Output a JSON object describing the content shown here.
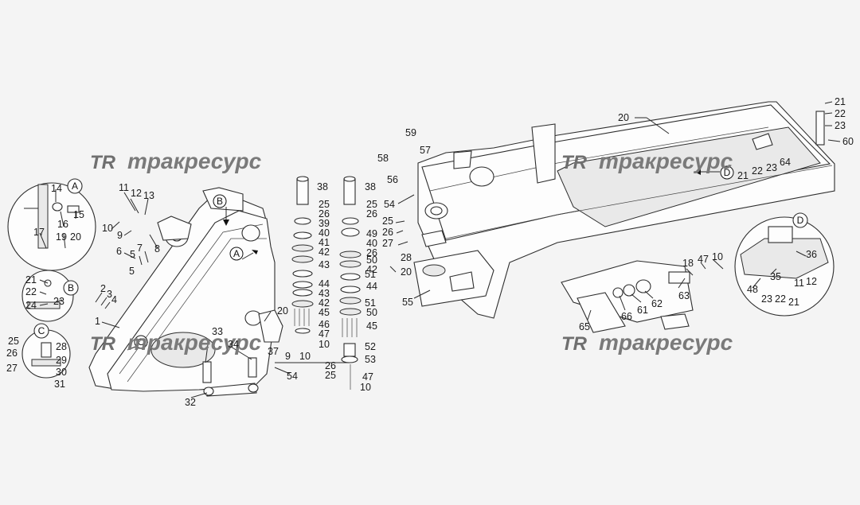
{
  "watermark": {
    "logo": "TR",
    "text": "тракресурс"
  },
  "detail_views": [
    "A",
    "B",
    "C",
    "D"
  ],
  "view_markers": [
    "B",
    "A",
    "C",
    "D"
  ],
  "callouts": [
    "14",
    "15",
    "16",
    "17",
    "19",
    "20",
    "21",
    "22",
    "23",
    "24",
    "25",
    "26",
    "27",
    "28",
    "29",
    "30",
    "31",
    "11",
    "12",
    "13",
    "10",
    "9",
    "8",
    "6",
    "5",
    "7",
    "2",
    "3",
    "4",
    "1",
    "5",
    "33",
    "34",
    "32",
    "37",
    "9",
    "10",
    "54",
    "20",
    "38",
    "25",
    "26",
    "39",
    "40",
    "41",
    "42",
    "43",
    "44",
    "43",
    "42",
    "45",
    "46",
    "47",
    "10",
    "38",
    "25",
    "26",
    "49",
    "40",
    "26",
    "50",
    "42",
    "51",
    "44",
    "51",
    "50",
    "45",
    "52",
    "53",
    "26",
    "25",
    "47",
    "10",
    "59",
    "58",
    "57",
    "56",
    "54",
    "25",
    "26",
    "27",
    "28",
    "20",
    "55",
    "20",
    "21",
    "22",
    "23",
    "60",
    "64",
    "21",
    "22",
    "23",
    "18",
    "47",
    "10",
    "63",
    "62",
    "61",
    "66",
    "65",
    "36",
    "35",
    "48",
    "23",
    "22",
    "21",
    "11",
    "12"
  ]
}
